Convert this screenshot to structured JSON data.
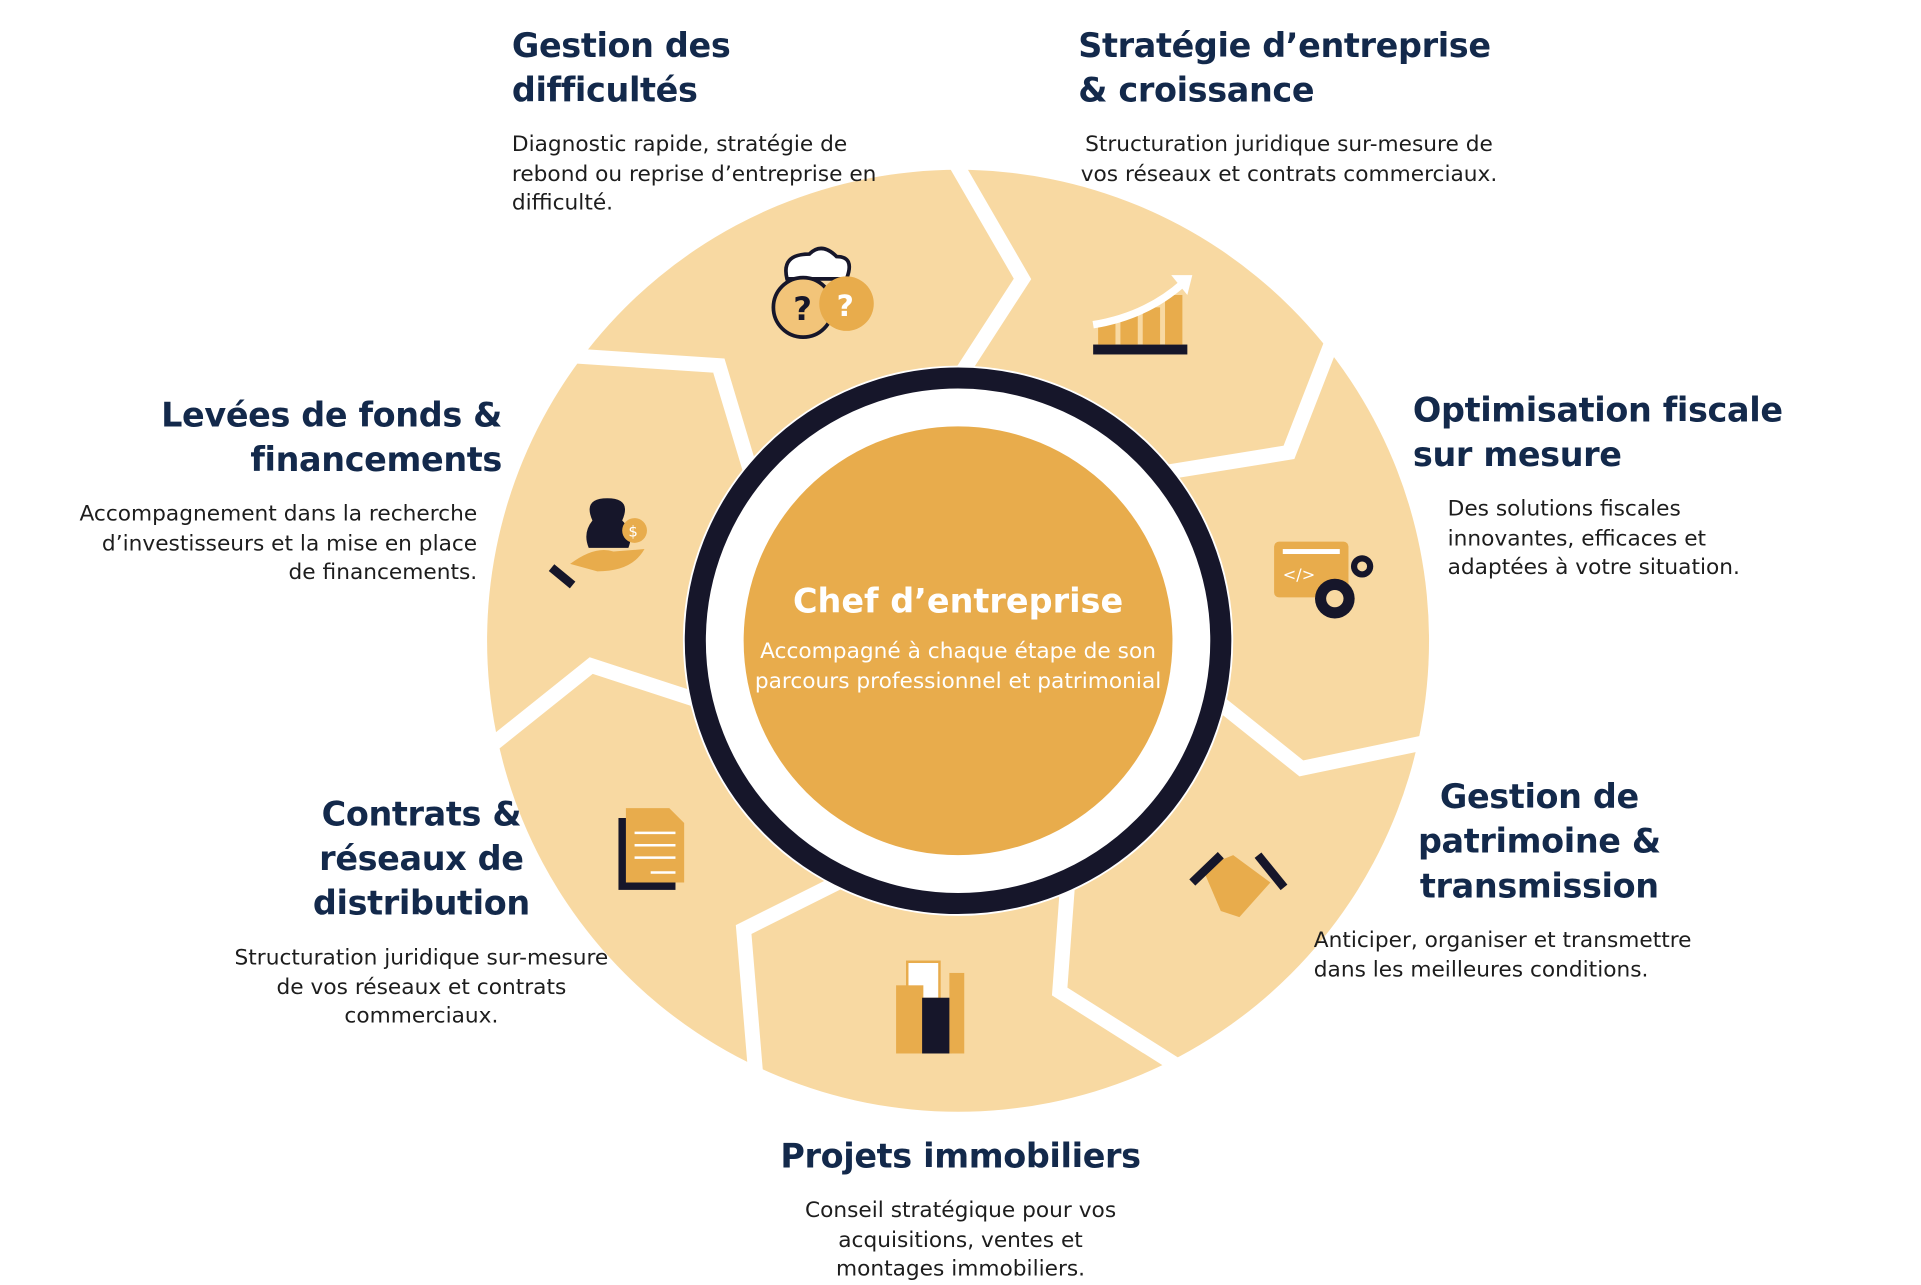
{
  "center": {
    "title": "Chef d’entreprise",
    "subtitle": "Accompagné à chaque étape de son parcours professionnel et patrimonial"
  },
  "colors": {
    "segment": "#F8D9A2",
    "center": "#E8AC4C",
    "ring": "#16162a",
    "heading": "#13294b",
    "icon": "#E8AC4C"
  },
  "sections": [
    {
      "title": "Gestion des difficultés",
      "text": "Diagnostic rapide, stratégie de rebond ou reprise d’entreprise en difficulté.",
      "icon": "question-bubbles-icon"
    },
    {
      "title": "Stratégie d’entreprise & croissance",
      "text": "Structuration juridique sur-mesure de vos réseaux et contrats commerciaux.",
      "icon": "growth-chart-icon"
    },
    {
      "title": "Optimisation fiscale sur mesure",
      "text": "Des solutions fiscales innovantes, efficaces et adaptées à votre situation.",
      "icon": "code-gear-icon"
    },
    {
      "title": "Gestion de patrimoine & transmission",
      "text": "Anticiper, organiser et transmettre dans les meilleures conditions.",
      "icon": "handshake-icon"
    },
    {
      "title": "Projets immobiliers",
      "text": "Conseil stratégique pour vos acquisitions, ventes et montages immobiliers.",
      "icon": "buildings-icon"
    },
    {
      "title": "Contrats & réseaux de distribution",
      "text": "Structuration juridique sur-mesure de vos réseaux et contrats commerciaux.",
      "icon": "contract-document-icon"
    },
    {
      "title": "Levées de fonds & financements",
      "text": "Accompagnement dans la recherche d’investisseurs et la mise en place de financements.",
      "icon": "money-bag-hand-icon"
    }
  ]
}
